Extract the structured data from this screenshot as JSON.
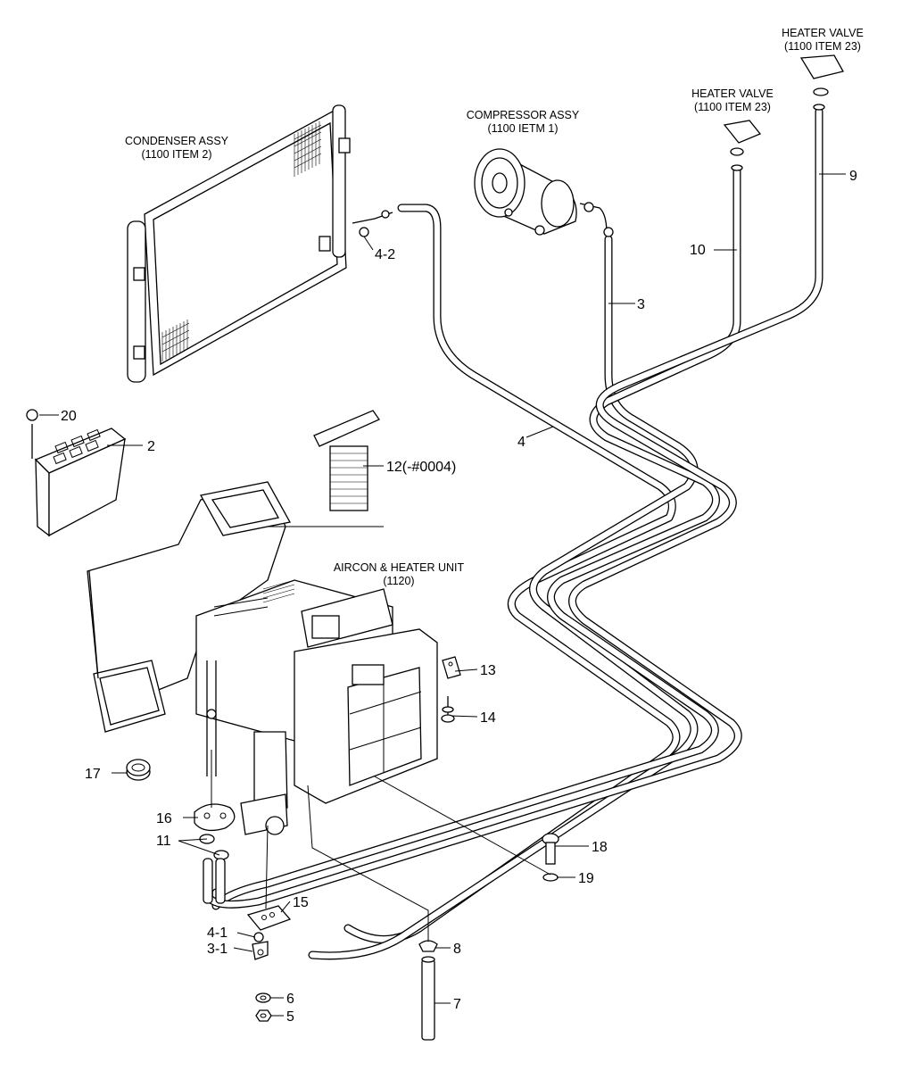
{
  "assemblies": {
    "condenser": {
      "name": "CONDENSER ASSY",
      "ref": "(1100 ITEM 2)"
    },
    "compressor": {
      "name": "COMPRESSOR ASSY",
      "ref": "(1100 IETM 1)"
    },
    "heater_valve_a": {
      "name": "HEATER VALVE",
      "ref": "(1100 ITEM 23)"
    },
    "heater_valve_b": {
      "name": "HEATER VALVE",
      "ref": "(1100 ITEM 23)"
    },
    "aircon_unit": {
      "name": "AIRCON & HEATER UNIT",
      "ref": "(1120)"
    }
  },
  "callouts": {
    "c2": "2",
    "c3": "3",
    "c3_1": "3-1",
    "c4": "4",
    "c4_1": "4-1",
    "c4_2": "4-2",
    "c5": "5",
    "c6": "6",
    "c7": "7",
    "c8": "8",
    "c9": "9",
    "c10": "10",
    "c11": "11",
    "c12": "12(-#0004)",
    "c13": "13",
    "c14": "14",
    "c15": "15",
    "c16": "16",
    "c17": "17",
    "c18": "18",
    "c19": "19",
    "c20": "20"
  }
}
